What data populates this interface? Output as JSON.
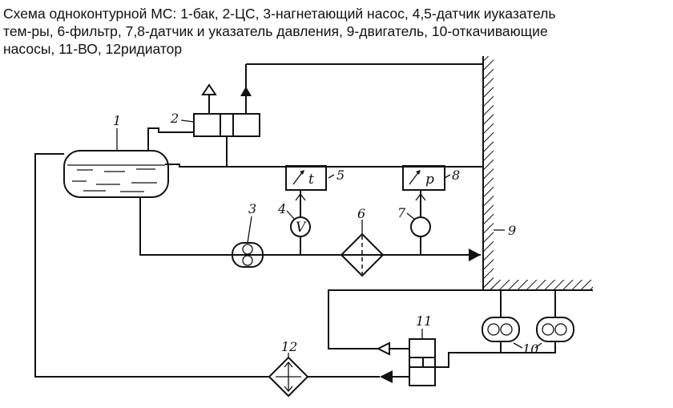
{
  "caption": {
    "line1": "Схема одноконтурной МС: 1-бак, 2-ЦС, 3-нагнетающий насос, 4,5-датчик иуказатель",
    "line2": "тем-ры, 6-фильтр, 7,8-датчик и указатель давления, 9-двигатель, 10-откачивающие",
    "line3": "насосы, 11-ВО, 12ридиатор"
  },
  "labels": {
    "n1": "1",
    "n2": "2",
    "n3": "3",
    "n4": "4",
    "n5": "5",
    "n6": "6",
    "n7": "7",
    "n8": "8",
    "n9": "9",
    "n10": "10",
    "n11": "11",
    "n12": "12"
  },
  "gauges": {
    "temperature_symbol": "t",
    "pressure_symbol": "p",
    "thermometer_symbol": "V"
  }
}
